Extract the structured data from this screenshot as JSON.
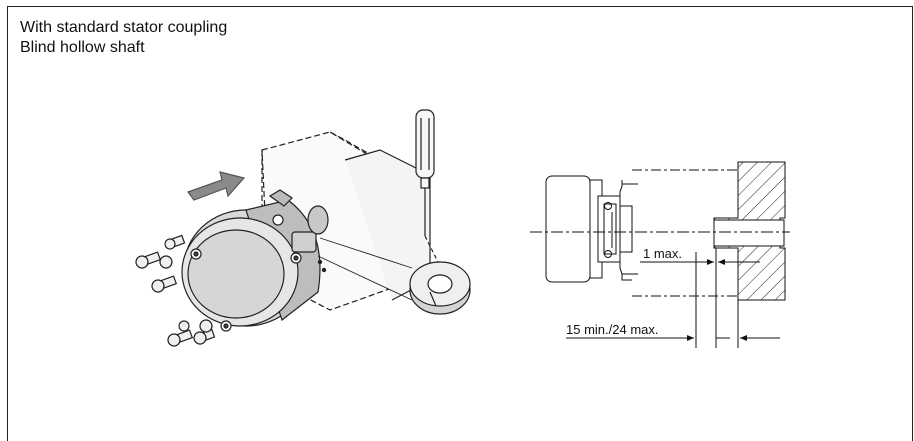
{
  "caption": {
    "line1": "With standard stator coupling",
    "line2": "Blind hollow shaft"
  },
  "dimensions": {
    "gap": "1 max.",
    "depth": "15 min./24 max."
  }
}
